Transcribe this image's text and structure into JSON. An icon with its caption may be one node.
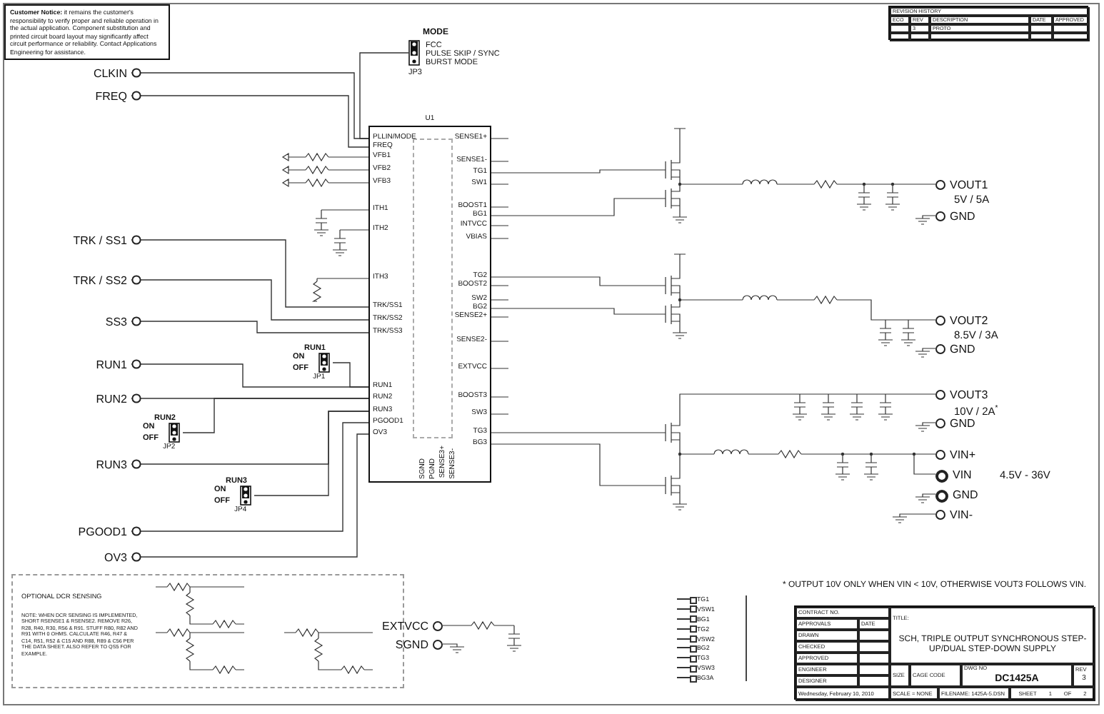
{
  "diagram": {
    "nodes": [
      {
        "text": [
          "**Customer Notice:** it remains the customer's responsibility to verify proper and reliable operation in the actual application. Component substitution and printed circuit board layout may significantly affect circuit performance or reliability. Contact Applications Engineering for assistance."
        ]
      },
      {
        "text": [
          "MODE",
          "FCC",
          "PULSE SKIP / SYNC",
          "BURST MODE",
          "JP3"
        ]
      },
      {
        "text": [
          "CLKIN"
        ]
      },
      {
        "text": [
          "FREQ"
        ]
      },
      {
        "text": [
          "U1",
          "PLLIN/MODE",
          "FREQ",
          "VFB1",
          "VFB2",
          "VFB3",
          "ITH1",
          "ITH2",
          "ITH3",
          "TRK/SS1",
          "TRK/SS2",
          "TRK/SS3",
          "RUN1",
          "RUN2",
          "RUN3",
          "PGOOD1",
          "OV3",
          "SENSE1+",
          "SENSE1-",
          "TG1",
          "SW1",
          "BOOST1",
          "BG1",
          "INTVCC",
          "VBIAS",
          "TG2",
          "BOOST2",
          "SW2",
          "BG2",
          "SENSE2+",
          "SENSE2-",
          "EXTVCC",
          "BOOST3",
          "SW3",
          "TG3",
          "BG3",
          "SGND",
          "PGND",
          "SENSE3+",
          "SENSE3-"
        ]
      },
      {
        "text": [
          "TRK / SS1"
        ]
      },
      {
        "text": [
          "TRK / SS2"
        ]
      },
      {
        "text": [
          "SS3"
        ]
      },
      {
        "text": [
          "RUN1"
        ]
      },
      {
        "text": [
          "RUN1",
          "ON",
          "OFF",
          "JP1"
        ]
      },
      {
        "text": [
          "RUN2"
        ]
      },
      {
        "text": [
          "RUN2",
          "ON",
          "OFF",
          "JP2"
        ]
      },
      {
        "text": [
          "RUN3"
        ]
      },
      {
        "text": [
          "RUN3",
          "ON",
          "OFF",
          "JP4"
        ]
      },
      {
        "text": [
          "PGOOD1"
        ]
      },
      {
        "text": [
          "OV3"
        ]
      },
      {
        "text": [
          "OPTIONAL DCR SENSING",
          "NOTE: WHEN DCR SENSING IS IMPLEMENTED, SHORT RSENSE1 & RSENSE2. REMOVE R26, R28, R40, R30, R56 & R91. STUFF R80, R82 AND R91 WITH 0 OHMS. CALCULATE R46, R47 & C14, R51, R52 & C15 AND R88, R89 & C56 PER THE DATA SHEET. ALSO REFER TO QS5 FOR EXAMPLE."
        ]
      },
      {
        "text": [
          "EXTVCC"
        ]
      },
      {
        "text": [
          "SGND"
        ]
      },
      {
        "text": [
          "VOUT1"
        ],
        "beside": [
          "5V / 5A"
        ]
      },
      {
        "text": [
          "GND"
        ]
      },
      {
        "text": [
          "VOUT2"
        ],
        "beside": [
          "8.5V / 3A"
        ]
      },
      {
        "text": [
          "GND"
        ]
      },
      {
        "text": [
          "VOUT3"
        ],
        "beside": [
          "10V / 2A$^{*}$"
        ]
      },
      {
        "text": [
          "GND"
        ]
      },
      {
        "text": [
          "VIN+"
        ]
      },
      {
        "text": [
          "VIN"
        ],
        "beside": [
          "4.5V - 36V"
        ]
      },
      {
        "text": [
          "GND"
        ]
      },
      {
        "text": [
          "VIN-"
        ]
      }
    ],
    "edges": [
      {
        "from": 1,
        "to": 4,
        "arrow": "none"
      },
      {
        "from": 2,
        "to": 4,
        "arrow": "other"
      },
      {
        "from": 3,
        "to": 4,
        "arrow": "other"
      },
      {
        "from": 5,
        "to": 4,
        "arrow": "other"
      },
      {
        "from": 6,
        "to": 4,
        "arrow": "other"
      },
      {
        "from": 7,
        "to": 4,
        "arrow": "other"
      },
      {
        "from": 8,
        "to": 4,
        "arrow": "other"
      },
      {
        "from": 9,
        "to": 4,
        "arrow": "none"
      },
      {
        "from": 10,
        "to": 4,
        "arrow": "other"
      },
      {
        "from": 11,
        "to": 4,
        "arrow": "none"
      },
      {
        "from": 12,
        "to": 4,
        "arrow": "other"
      },
      {
        "from": 13,
        "to": 4,
        "arrow": "none"
      },
      {
        "from": 14,
        "to": 4,
        "arrow": "other"
      },
      {
        "from": 15,
        "to": 4,
        "arrow": "other"
      }
    ],
    "labels": [
      "REVISION HISTORY",
      "ECO",
      "REV",
      "DESCRIPTION",
      "DATE",
      "APPROVED",
      "3",
      "PROTO",
      "TG1",
      "VSW1",
      "BG1",
      "TG2",
      "VSW2",
      "BG2",
      "TG3",
      "VSW3",
      "BG3A",
      "* OUTPUT 10V ONLY WHEN VIN < 10V, OTHERWISE VOUT3 FOLLOWS VIN.",
      "CONTRACT NO.",
      "APPROVALS",
      "DATE",
      "DRAWN",
      "CHECKED",
      "APPROVED",
      "ENGINEER",
      "DESIGNER",
      "TITLE:",
      "SCH, TRIPLE OUTPUT SYNCHRONOUS STEP-UP/DUAL STEP-DOWN SUPPLY",
      "SIZE",
      "CAGE CODE",
      "DWG NO",
      "DC1425A",
      "REV",
      "3",
      "Wednesday, February 10, 2010",
      "SCALE = NONE",
      "FILENAME: 1425A-5.DSN",
      "SHEET",
      "1",
      "OF",
      "2"
    ]
  }
}
